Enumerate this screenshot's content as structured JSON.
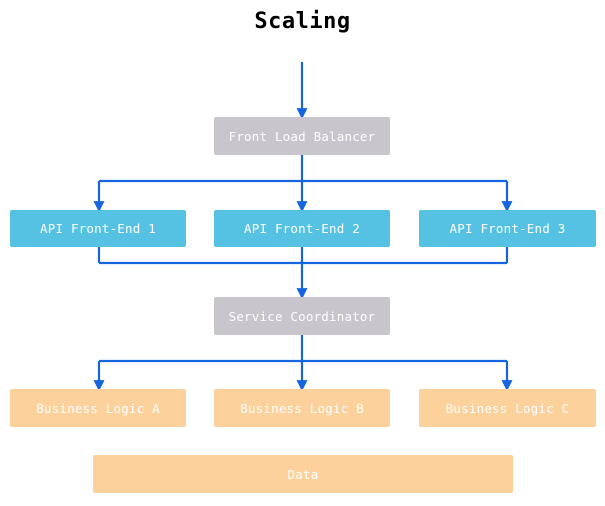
{
  "diagram": {
    "title": "Scaling",
    "colors": {
      "edge": "#1565e0",
      "balancer_fill": "#c8c5cc",
      "api_fill": "#56c2e3",
      "logic_fill": "#fcd19c",
      "data_fill": "#fcd19c",
      "node_text": "#ffffff",
      "title_text": "#000000",
      "background": "#ffffff"
    },
    "tiers": {
      "entry": {
        "nodes": [
          {
            "id": "front-load-balancer",
            "label": "Front Load Balancer"
          }
        ]
      },
      "api": {
        "nodes": [
          {
            "id": "api-1",
            "label": "API Front-End 1"
          },
          {
            "id": "api-2",
            "label": "API Front-End 2"
          },
          {
            "id": "api-3",
            "label": "API Front-End 3"
          }
        ]
      },
      "coordinator": {
        "nodes": [
          {
            "id": "service-coordinator",
            "label": "Service Coordinator"
          }
        ]
      },
      "logic": {
        "nodes": [
          {
            "id": "logic-a",
            "label": "Business Logic A"
          },
          {
            "id": "logic-b",
            "label": "Business Logic B"
          },
          {
            "id": "logic-c",
            "label": "Business Logic C"
          }
        ]
      },
      "storage": {
        "nodes": [
          {
            "id": "data",
            "label": "Data"
          }
        ]
      }
    },
    "edges": [
      {
        "from": "external-client",
        "to": "front-load-balancer",
        "style": "arrow"
      },
      {
        "from": "front-load-balancer",
        "to": "api-1",
        "style": "arrow"
      },
      {
        "from": "front-load-balancer",
        "to": "api-2",
        "style": "arrow"
      },
      {
        "from": "front-load-balancer",
        "to": "api-3",
        "style": "arrow"
      },
      {
        "from": "api-1",
        "to": "service-coordinator",
        "style": "arrow"
      },
      {
        "from": "api-2",
        "to": "service-coordinator",
        "style": "arrow"
      },
      {
        "from": "api-3",
        "to": "service-coordinator",
        "style": "arrow"
      },
      {
        "from": "service-coordinator",
        "to": "logic-a",
        "style": "arrow"
      },
      {
        "from": "service-coordinator",
        "to": "logic-b",
        "style": "arrow"
      },
      {
        "from": "service-coordinator",
        "to": "logic-c",
        "style": "arrow"
      }
    ]
  }
}
